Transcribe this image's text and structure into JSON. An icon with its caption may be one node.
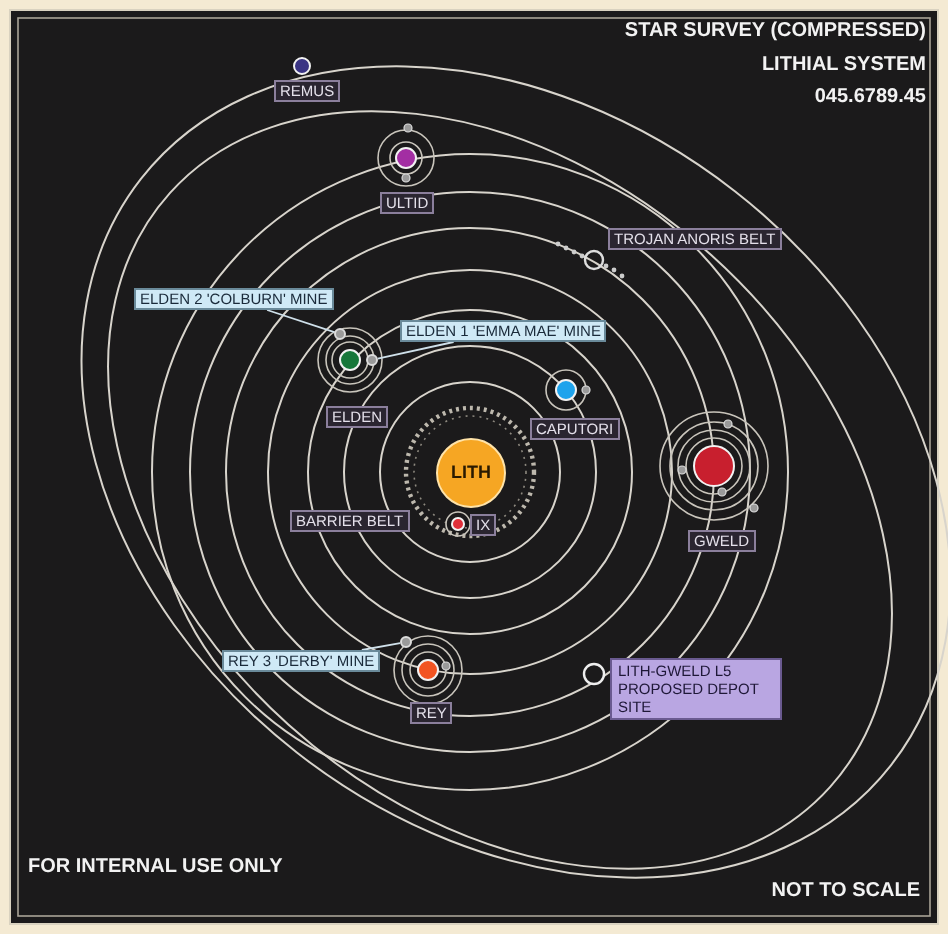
{
  "diagram": {
    "title": "STAR SURVEY (COMPRESSED)",
    "nodes": [
      {
        "text": [
          "REMUS"
        ]
      },
      {
        "text": [
          "ULTID"
        ]
      },
      {
        "text": [
          "TROJAN ANORIS BELT"
        ]
      },
      {
        "text": [
          "ELDEN 2 'COLBURN' MINE"
        ]
      },
      {
        "text": [
          "ELDEN 1 'EMMA MAE' MINE"
        ]
      },
      {
        "text": [
          "ELDEN"
        ]
      },
      {
        "text": [
          "CAPUTORI"
        ]
      },
      {
        "text": [
          "LITH"
        ]
      },
      {
        "text": [
          "BARRIER BELT"
        ]
      },
      {
        "text": [
          "IX"
        ]
      },
      {
        "text": [
          "GWELD"
        ]
      },
      {
        "text": [
          "REY 3 'DERBY' MINE"
        ]
      },
      {
        "text": [
          "REY"
        ]
      },
      {
        "text": [
          "LITH-GWELD L5 PROPOSED DEPOT SITE"
        ]
      },
      {
        "text": [],
        "shape": "circle"
      },
      {
        "text": [],
        "shape": "circle"
      },
      {
        "text": [],
        "shape": "circle"
      }
    ],
    "edges": [
      {
        "from": 3,
        "to": 14,
        "arrow": "none"
      },
      {
        "from": 4,
        "to": 15,
        "arrow": "none"
      },
      {
        "from": 11,
        "to": 16,
        "arrow": "none"
      }
    ],
    "labels": [
      "LITHIAL SYSTEM",
      "045.6789.45",
      "FOR INTERNAL USE ONLY",
      "NOT TO SCALE"
    ]
  }
}
